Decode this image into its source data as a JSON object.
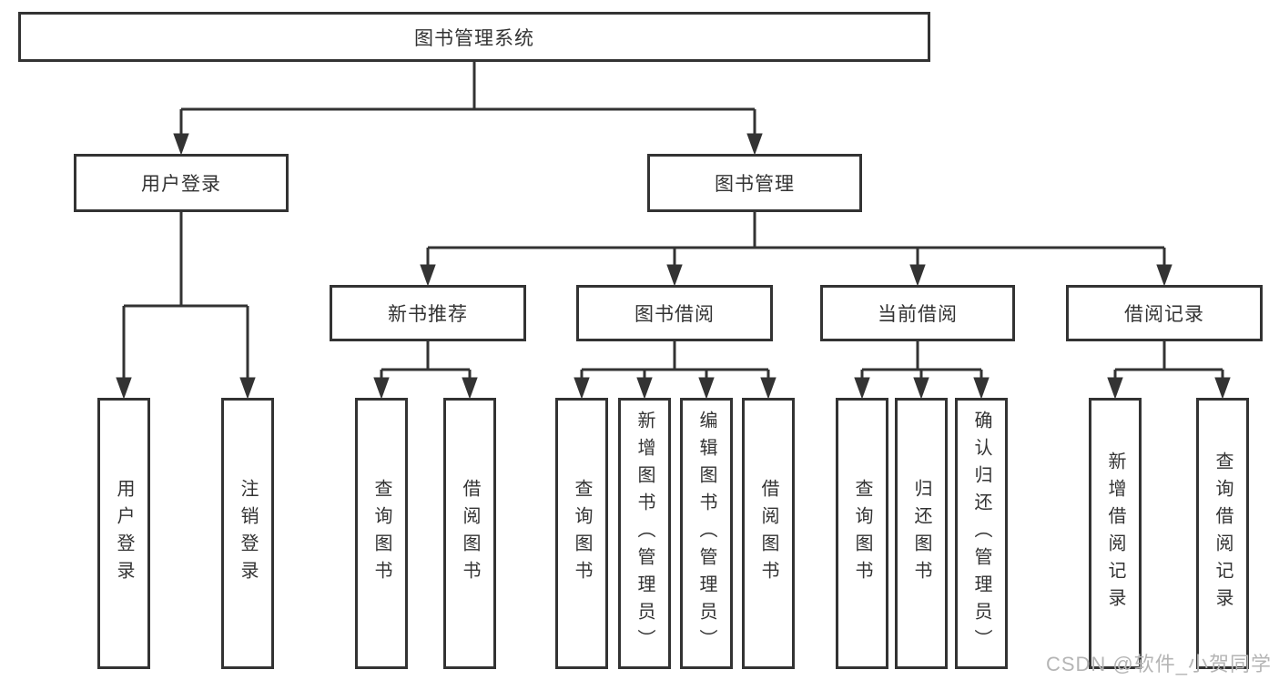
{
  "diagram_title": "图书管理系统",
  "watermark": "CSDN @软件_小贺同学",
  "colors": {
    "line": "#333333",
    "text": "#333333",
    "box_background": "#ffffff",
    "watermark": "#b5b5b5"
  },
  "nodes": {
    "root": "图书管理系统",
    "login_group": "用户登录",
    "book_mgmt": "图书管理",
    "new_book_rec": "新书推荐",
    "book_borrow": "图书借阅",
    "current_borrow": "当前借阅",
    "borrow_records": "借阅记录",
    "leaf_user_login": "用户登录",
    "leaf_logout": "注销登录",
    "leaf_rec_query": "查询图书",
    "leaf_rec_borrow": "借阅图书",
    "leaf_bb_query": "查询图书",
    "leaf_bb_add": "新增图书（管理员）",
    "leaf_bb_edit": "编辑图书（管理员）",
    "leaf_bb_borrow": "借阅图书",
    "leaf_cb_query": "查询图书",
    "leaf_cb_return": "归还图书",
    "leaf_cb_confirm": "确认归还（管理员）",
    "leaf_br_add": "新增借阅记录",
    "leaf_br_query": "查询借阅记录"
  },
  "tree": {
    "图书管理系统": {
      "用户登录": [
        "用户登录",
        "注销登录"
      ],
      "图书管理": {
        "新书推荐": [
          "查询图书",
          "借阅图书"
        ],
        "图书借阅": [
          "查询图书",
          "新增图书（管理员）",
          "编辑图书（管理员）",
          "借阅图书"
        ],
        "当前借阅": [
          "查询图书",
          "归还图书",
          "确认归还（管理员）"
        ],
        "借阅记录": [
          "新增借阅记录",
          "查询借阅记录"
        ]
      }
    }
  }
}
